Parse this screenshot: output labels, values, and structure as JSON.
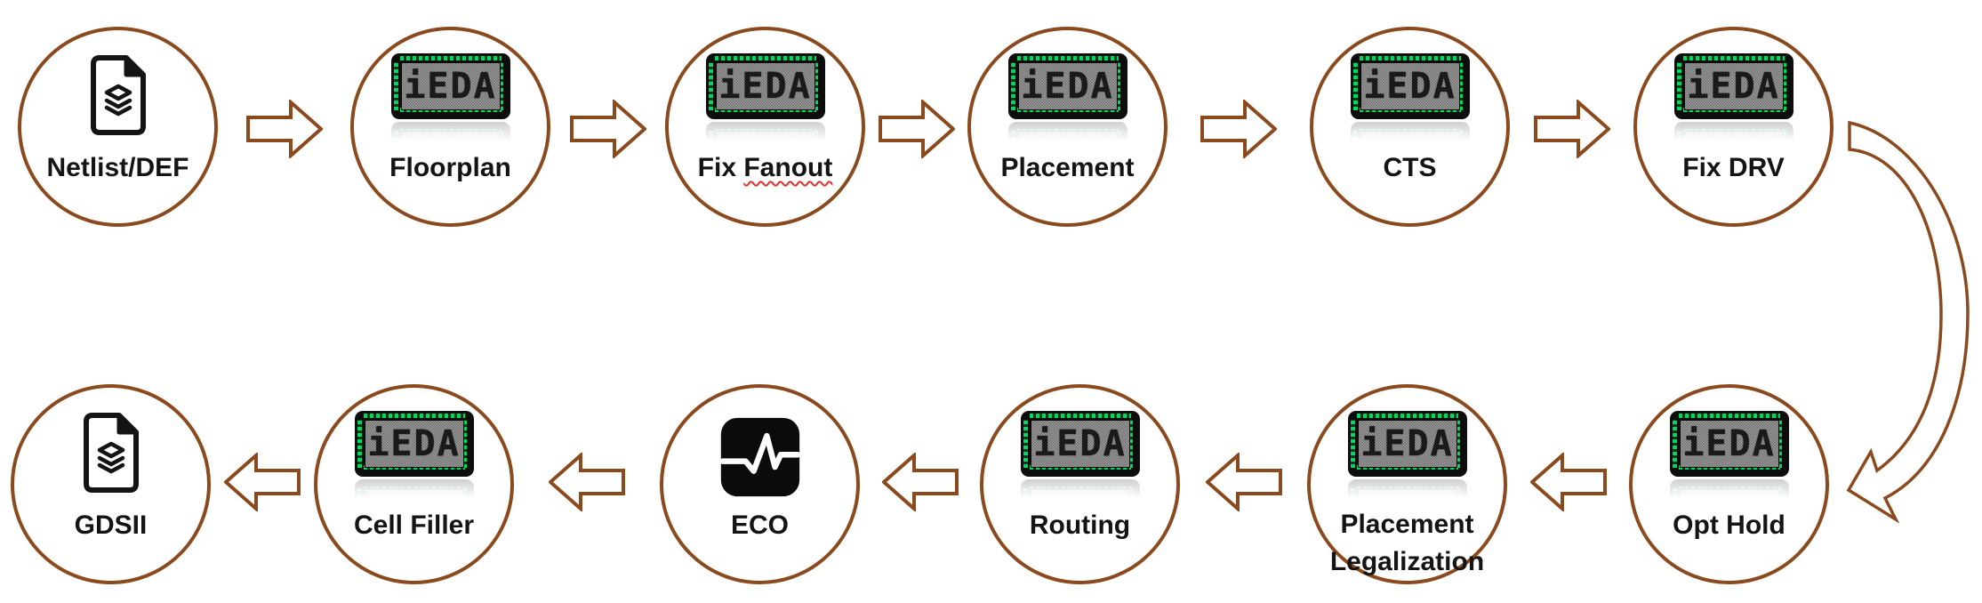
{
  "chip": {
    "text": "iEDA"
  },
  "top": {
    "flow_direction": "left-to-right",
    "nodes": [
      {
        "label": "Netlist/DEF",
        "icon": "document-icon"
      },
      {
        "label": "Floorplan",
        "icon": "ieda-chip-icon"
      },
      {
        "label_prefix": "Fix",
        "label_wavy": "Fanout",
        "icon": "ieda-chip-icon"
      },
      {
        "label": "Placement",
        "icon": "ieda-chip-icon"
      },
      {
        "label": "CTS",
        "icon": "ieda-chip-icon"
      },
      {
        "label": "Fix DRV",
        "icon": "ieda-chip-icon"
      }
    ]
  },
  "bottom": {
    "flow_direction": "right-to-left",
    "nodes": [
      {
        "label": "Opt Hold",
        "icon": "ieda-chip-icon"
      },
      {
        "label": "Placement Legalization",
        "icon": "ieda-chip-icon"
      },
      {
        "label": "Routing",
        "icon": "ieda-chip-icon"
      },
      {
        "label": "ECO",
        "icon": "pulse-icon"
      },
      {
        "label": "Cell Filler",
        "icon": "ieda-chip-icon"
      },
      {
        "label": "GDSII",
        "icon": "document-icon"
      }
    ]
  },
  "colors": {
    "outline_brown": "#8B4A1E",
    "node_fill": "#FFFFFF",
    "chip_pin_green": "#00D95D",
    "chip_body_gray": "#8A8A8A",
    "icon_black": "#141414",
    "label_text": "#141414",
    "spellcheck_red": "#E0312E"
  }
}
